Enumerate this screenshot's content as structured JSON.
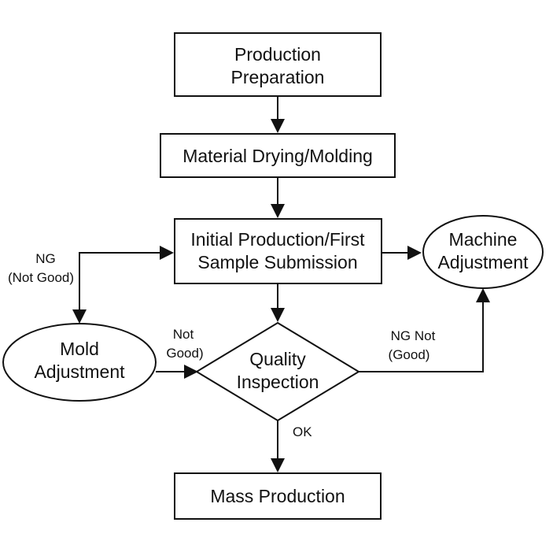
{
  "nodes": {
    "production_preparation": {
      "line1": "Production",
      "line2": "Preparation"
    },
    "material_drying": {
      "label": "Material Drying/Molding"
    },
    "initial_production": {
      "line1": "Initial Production/First",
      "line2": "Sample Submission"
    },
    "machine_adjustment": {
      "line1": "Machine",
      "line2": "Adjustment"
    },
    "mold_adjustment": {
      "line1": "Mold",
      "line2": "Adjustment"
    },
    "quality_inspection": {
      "line1": "Quality",
      "line2": "Inspection"
    },
    "mass_production": {
      "label": "Mass Production"
    }
  },
  "edges": {
    "ng_left": {
      "line1": "NG",
      "line2": "(Not Good)"
    },
    "not_good_mold": {
      "line1": "Not",
      "line2": "Good)"
    },
    "ng_right": {
      "line1": "NG Not",
      "line2": "(Good)"
    },
    "ok": {
      "label": "OK"
    }
  },
  "colors": {
    "stroke": "#111111",
    "background": "#ffffff"
  }
}
